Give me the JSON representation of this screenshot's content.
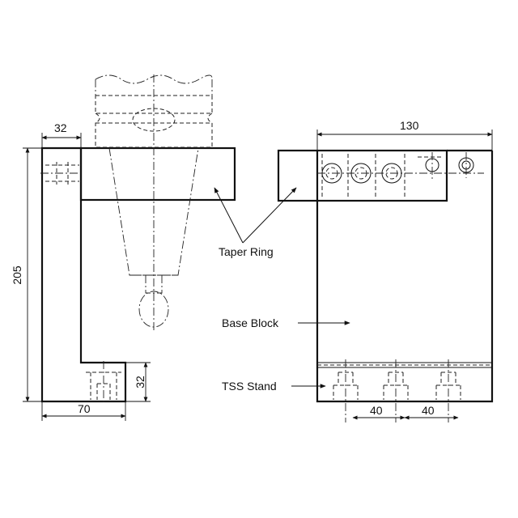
{
  "dimensions": {
    "side_width": "32",
    "height": "205",
    "base_length": "70",
    "base_height": "32",
    "block_width": "130",
    "pitch_1": "40",
    "pitch_2": "40"
  },
  "labels": {
    "taper_ring": "Taper Ring",
    "base_block": "Base Block",
    "tss_stand": "TSS Stand"
  }
}
